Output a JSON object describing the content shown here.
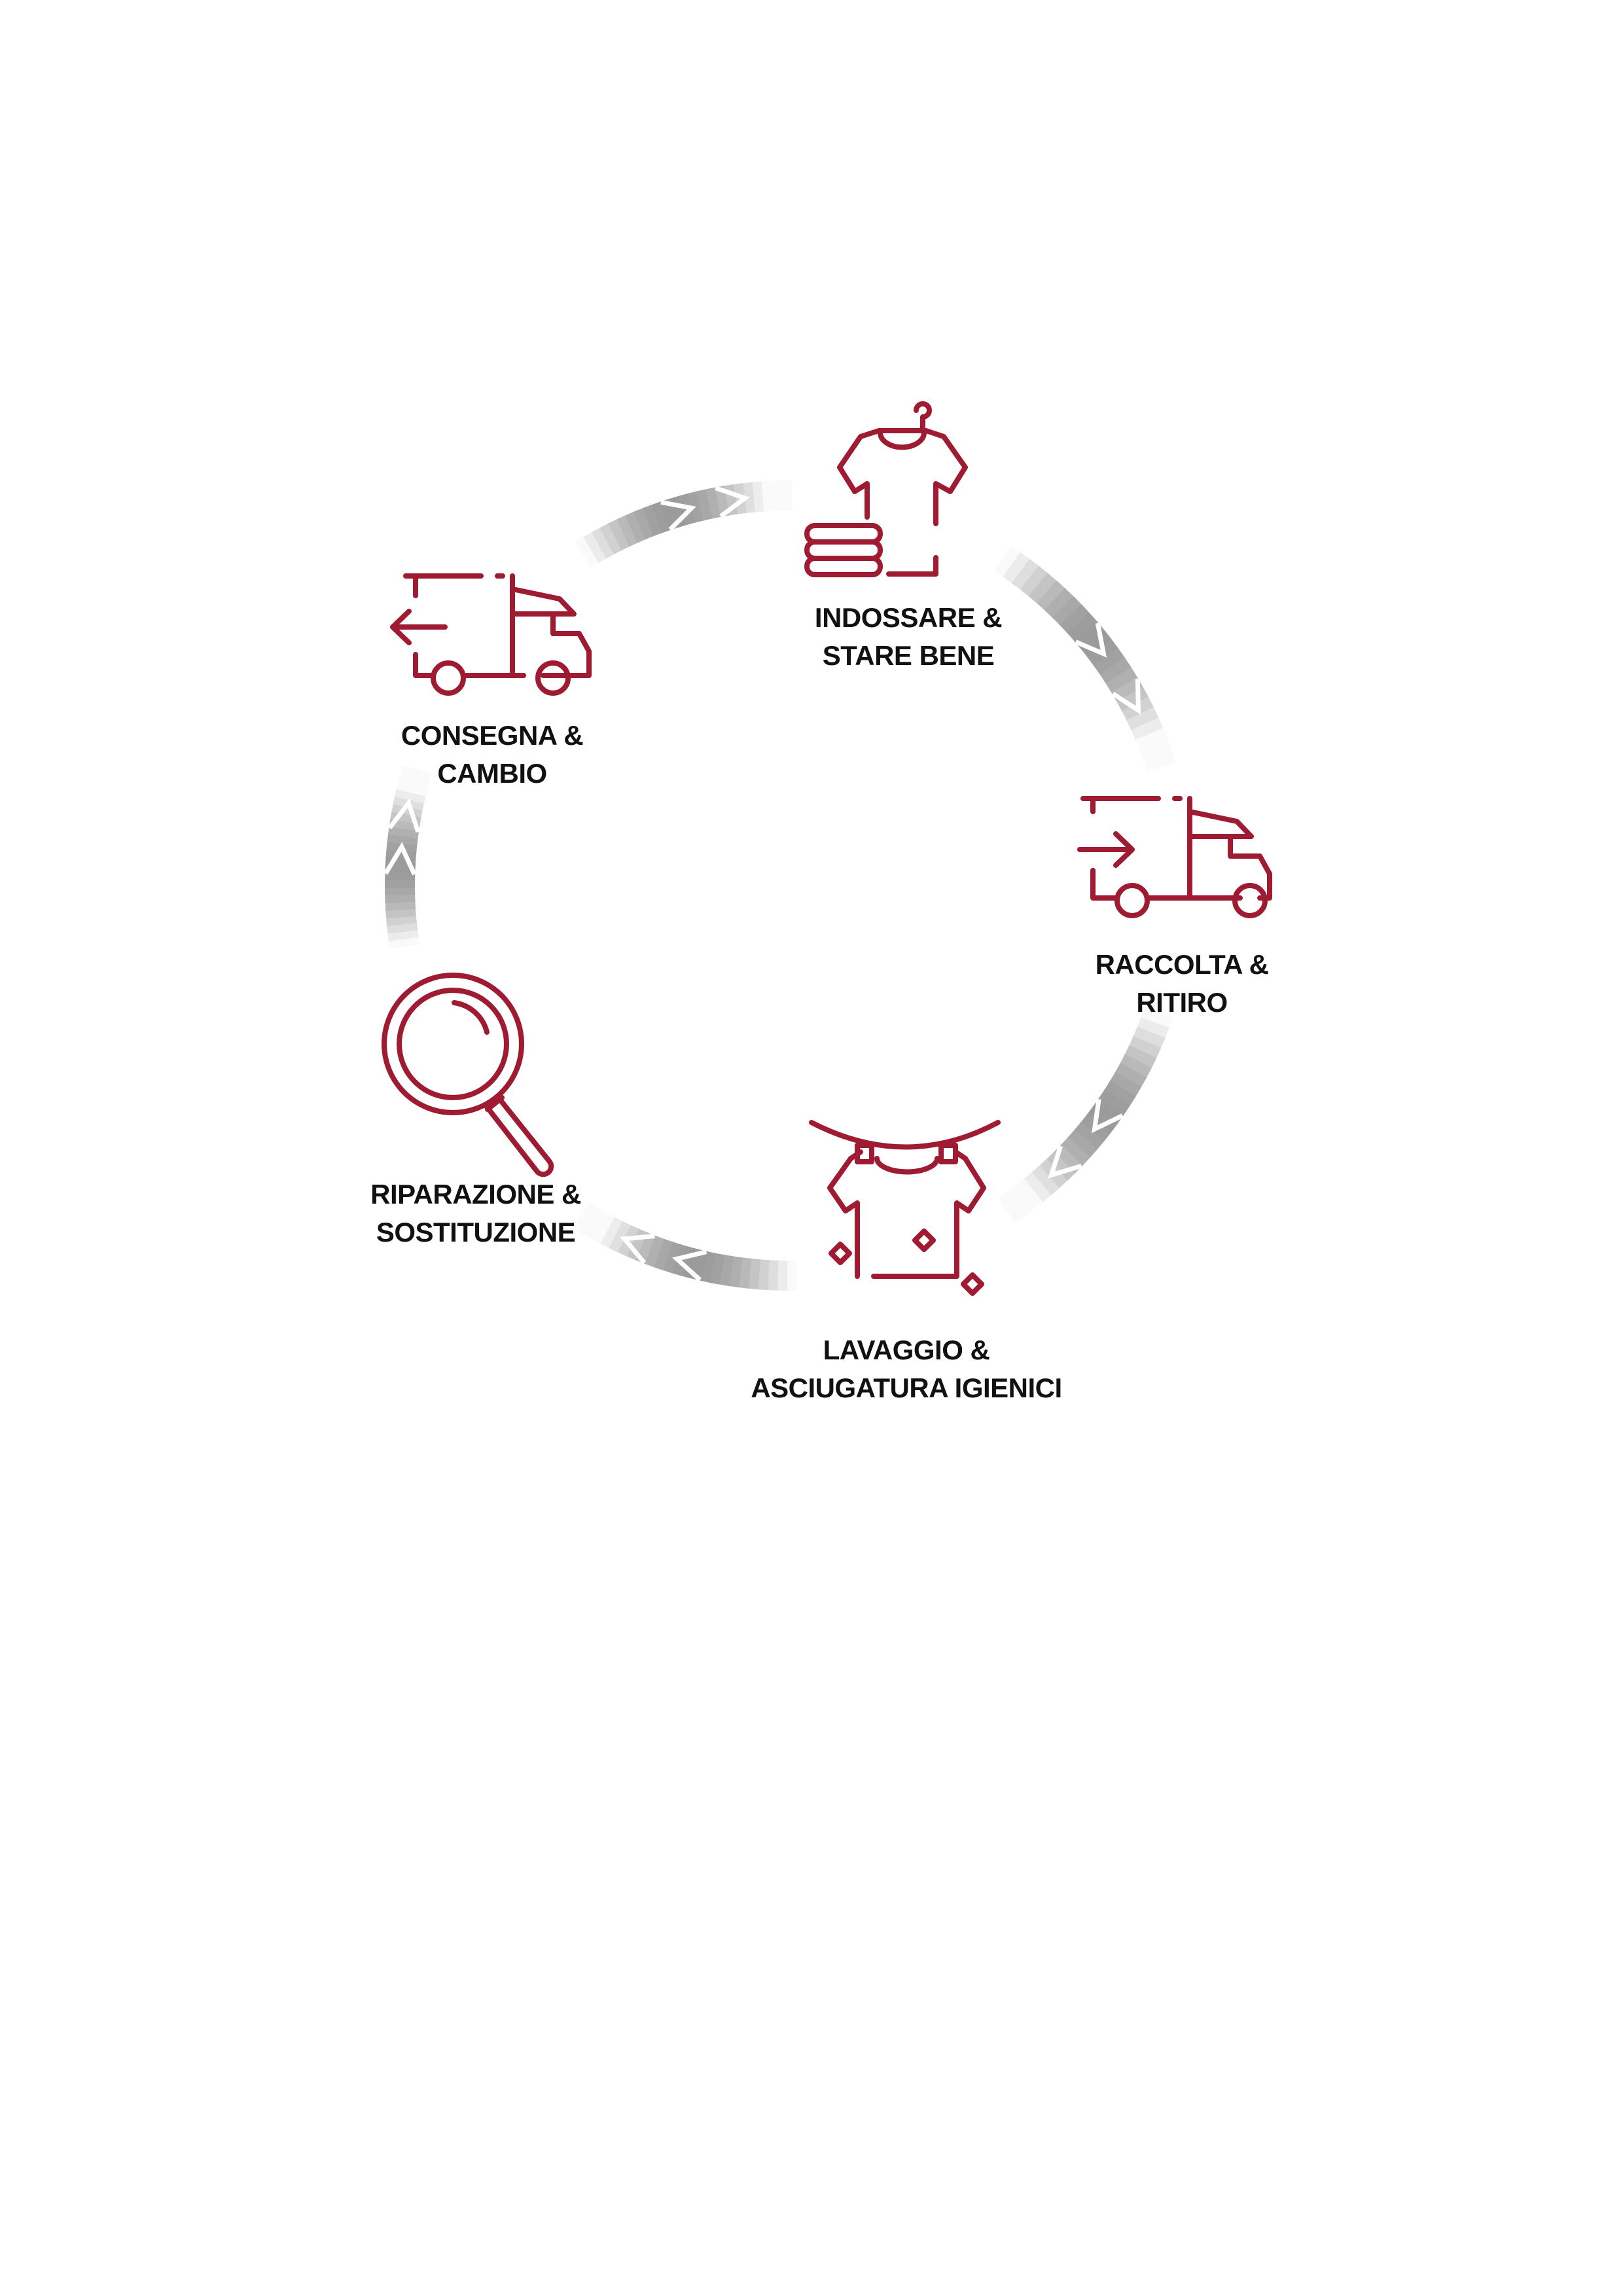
{
  "colors": {
    "accent": "#9e1b32",
    "ring": "#a8a8a8"
  },
  "steps": [
    {
      "icon": "shirt-hanger-icon",
      "line1": "INDOSSARE &",
      "line2": "STARE BENE"
    },
    {
      "icon": "truck-pickup-icon",
      "line1": "RACCOLTA &",
      "line2": "RITIRO"
    },
    {
      "icon": "washing-line-shirt-icon",
      "line1": "LAVAGGIO &",
      "line2": "ASCIUGATURA IGIENICI"
    },
    {
      "icon": "magnifier-icon",
      "line1": "RIPARAZIONE &",
      "line2": "SOSTITUZIONE"
    },
    {
      "icon": "truck-delivery-icon",
      "line1": "CONSEGNA &",
      "line2": "CAMBIO"
    }
  ]
}
